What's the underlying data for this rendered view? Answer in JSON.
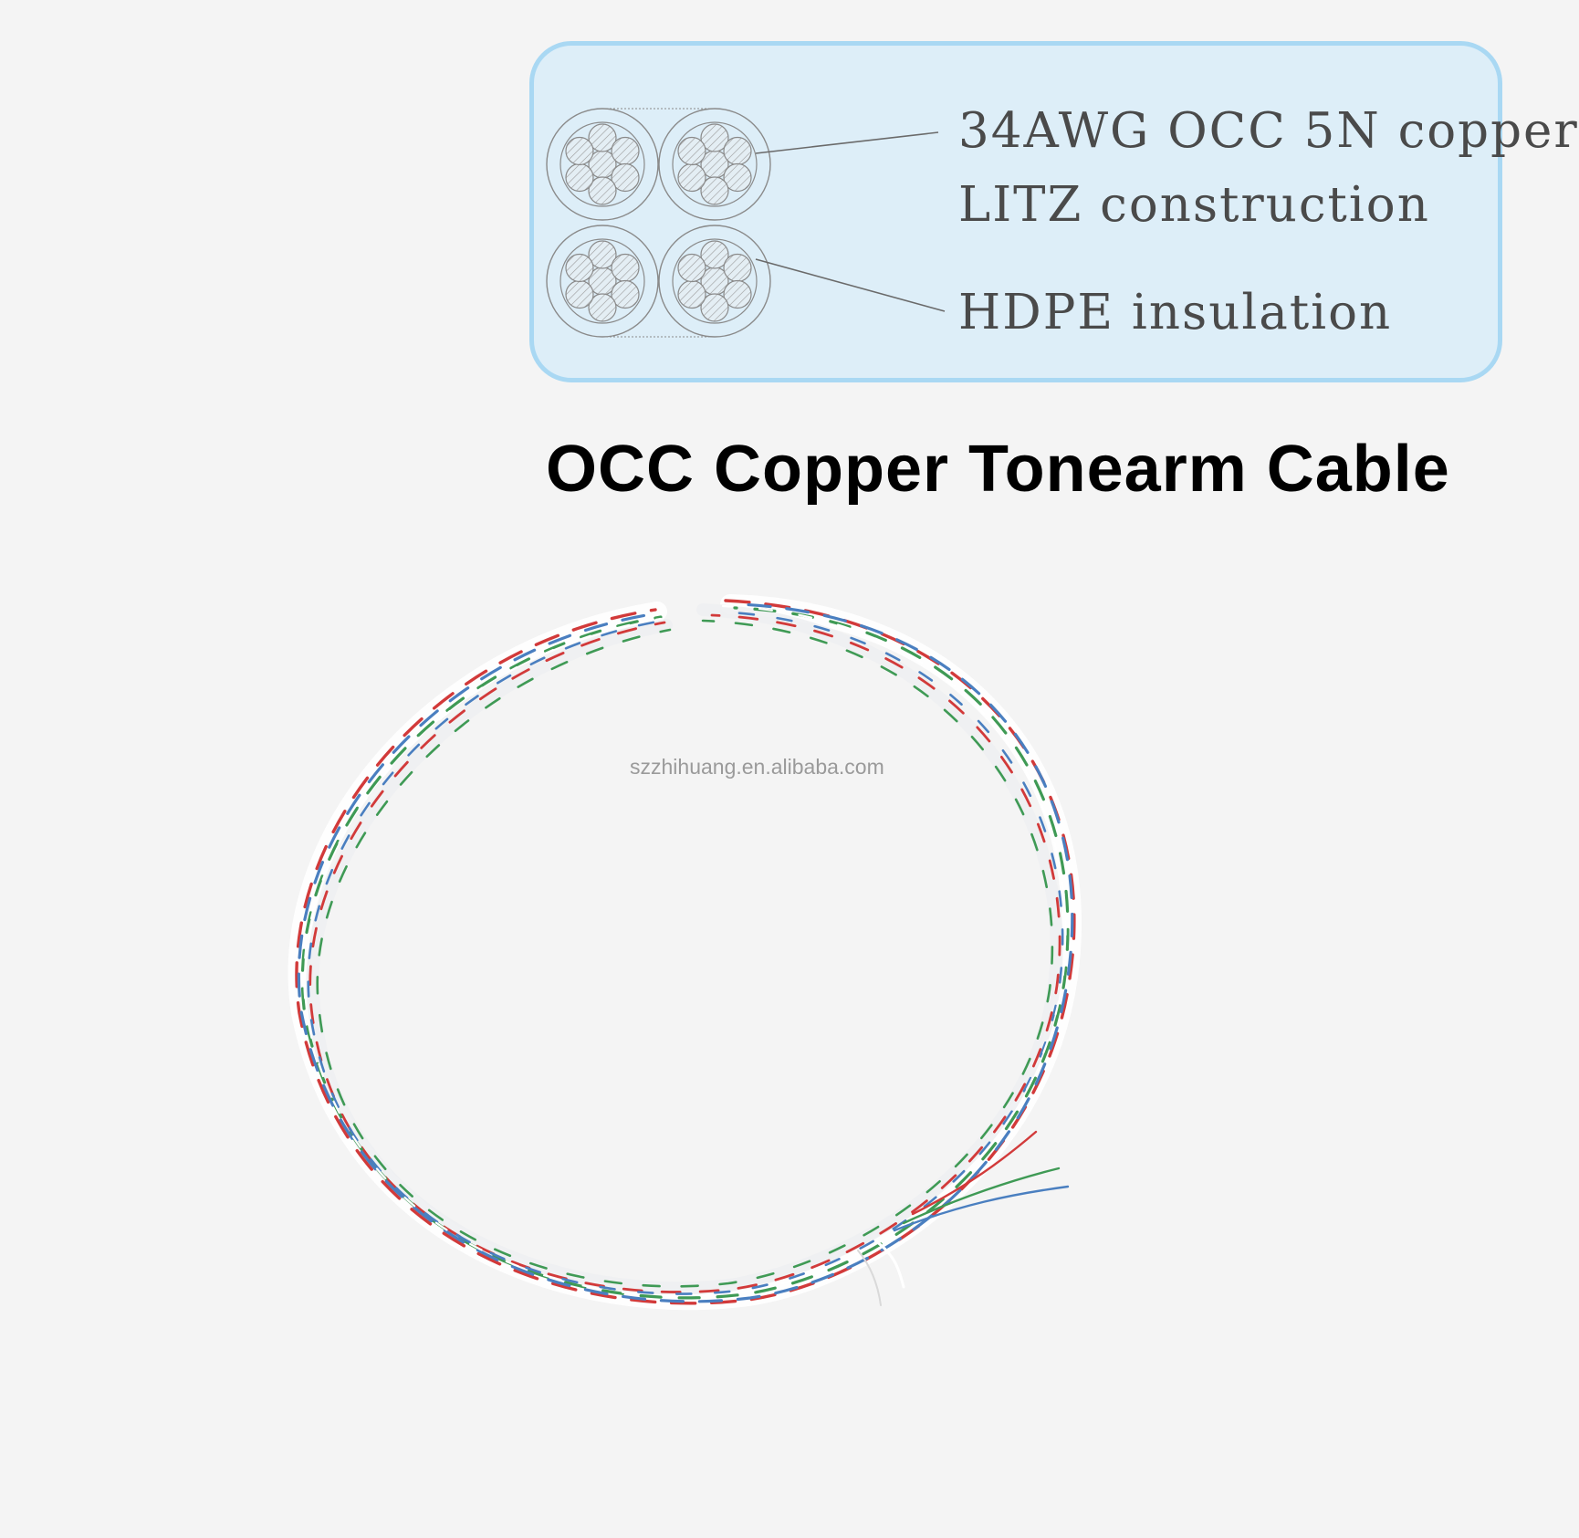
{
  "spec_panel": {
    "lines": [
      "34AWG OCC 5N copper",
      "LITZ construction",
      "HDPE insulation"
    ],
    "colors": {
      "panel_fill": "#ddeef8",
      "panel_border": "#a9d8f3",
      "diagram_stroke": "#8a8a8a",
      "text": "#4a4a4a"
    }
  },
  "product": {
    "title": "OCC Copper Tonearm Cable",
    "watermark": "szzhihuang.en.alibaba.com"
  },
  "cable_photo": {
    "depicts": "coiled-twisted-tonearm-cable",
    "strand_colors": [
      "#d23a3a",
      "#3f9a55",
      "#4a7fc0",
      "#ffffff"
    ]
  },
  "icons": {
    "cross_section": "cable-cross-section-icon"
  }
}
